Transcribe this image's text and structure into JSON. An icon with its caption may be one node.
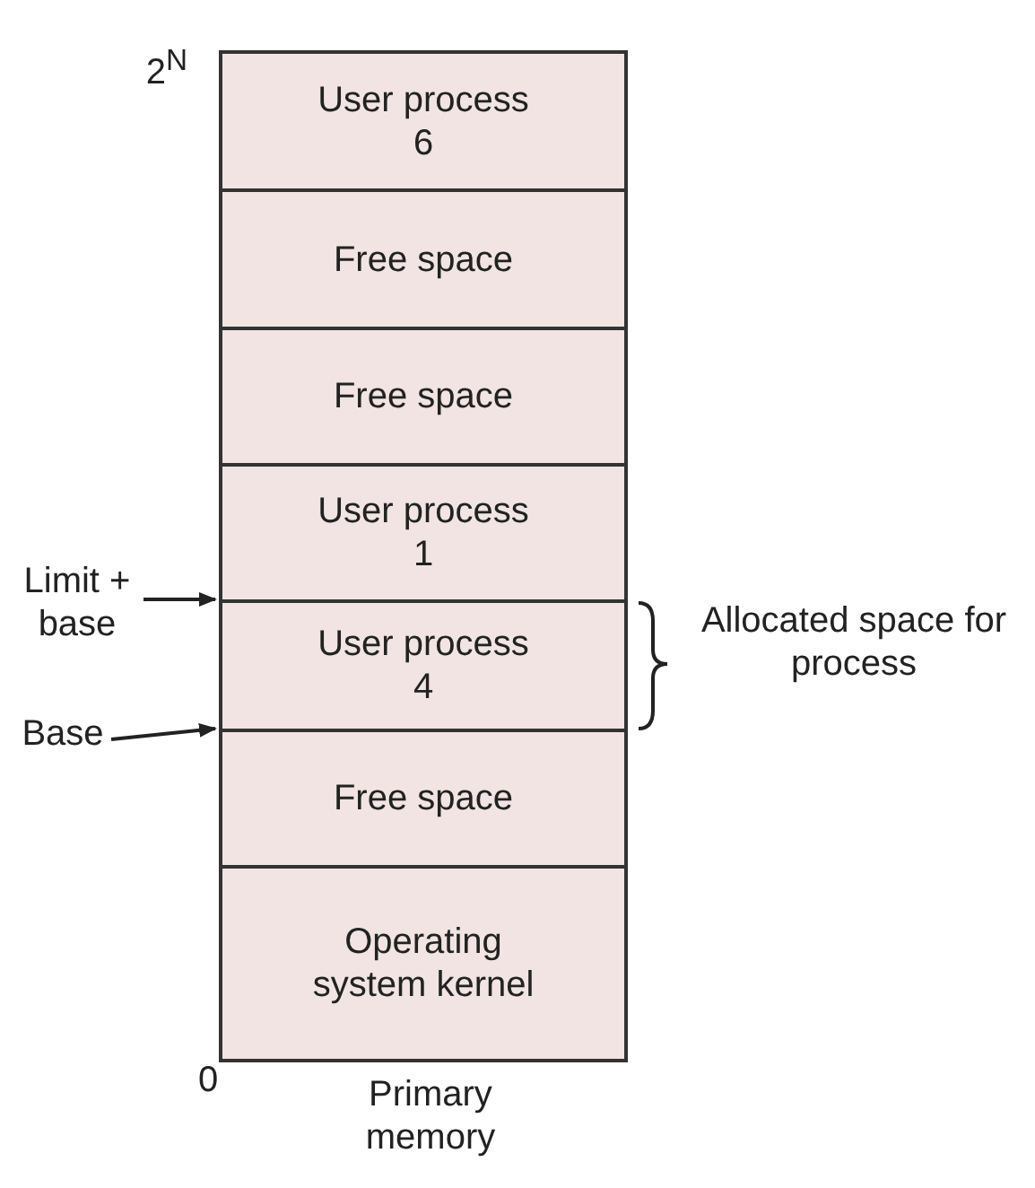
{
  "diagram": {
    "nodes": [
      {
        "text": [
          "User process 6"
        ]
      },
      {
        "text": [
          "Free space"
        ]
      },
      {
        "text": [
          "Free space"
        ]
      },
      {
        "text": [
          "User process 1"
        ]
      },
      {
        "text": [
          "User process 4"
        ]
      },
      {
        "text": [
          "Free space"
        ]
      },
      {
        "text": [
          "Operating system kernel"
        ]
      },
      {
        "text": [
          "Limit + base"
        ]
      },
      {
        "text": [
          "Base"
        ]
      }
    ],
    "edges": [
      {
        "from": 7,
        "to": 4,
        "arrow": "to"
      },
      {
        "from": 8,
        "to": 4,
        "arrow": "to"
      }
    ],
    "labels": [
      "2$^{N}$",
      "0",
      "Primary memory",
      "Allocated space for process"
    ]
  }
}
